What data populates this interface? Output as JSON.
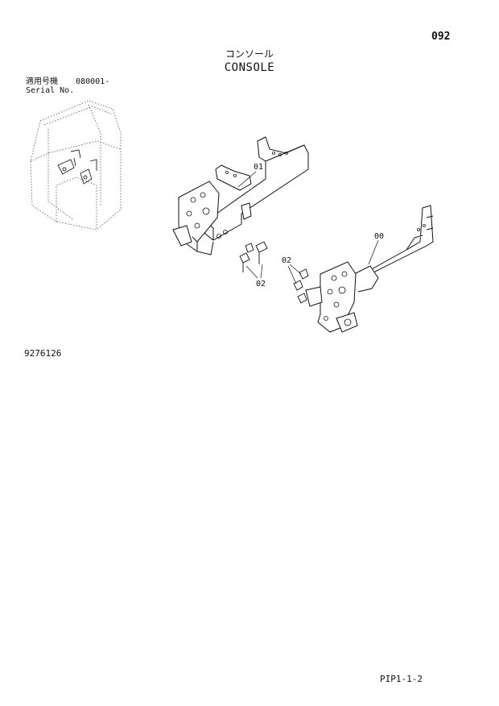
{
  "header": {
    "page_number": "092",
    "title_jp": "コンソール",
    "title_en": "CONSOLE"
  },
  "serial": {
    "label_jp": "適用号機",
    "range": "080001-",
    "label_en": "Serial No."
  },
  "callouts": [
    "01",
    "02",
    "00",
    "02"
  ],
  "footer": {
    "doc_code": "9276126",
    "page_ref": "PIP1-1-2"
  }
}
